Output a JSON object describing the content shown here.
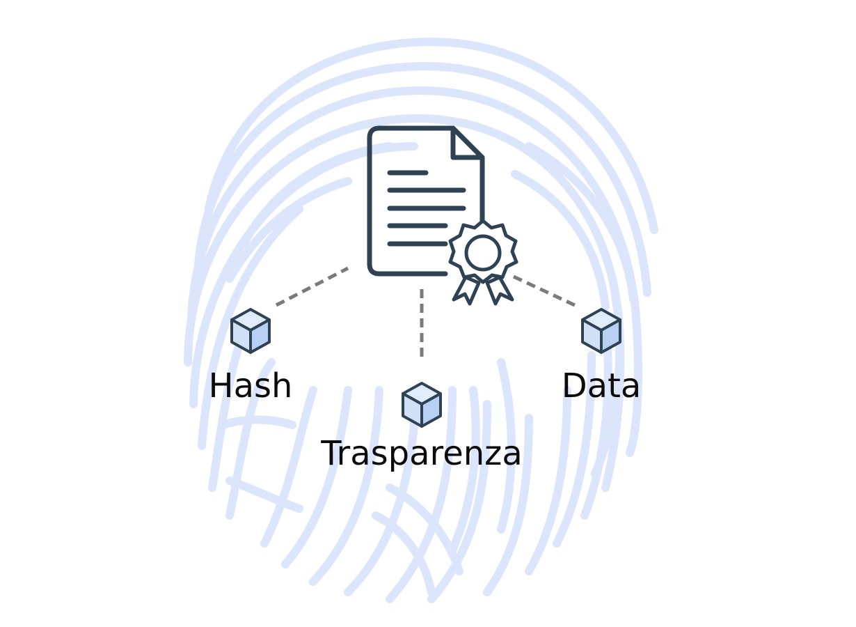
{
  "labels": {
    "hash": "Hash",
    "trasparenza": "Trasparenza",
    "data": "Data"
  },
  "colors": {
    "fingerprint": "#dbe5fb",
    "icon_stroke": "#2f4254",
    "cube_fill": "#cfe0f7",
    "connector": "#7a7a7a",
    "text": "#0c0c0c"
  },
  "icons": {
    "center": "certified-document-icon",
    "background": "fingerprint-icon",
    "nodes": "cube-icon"
  }
}
